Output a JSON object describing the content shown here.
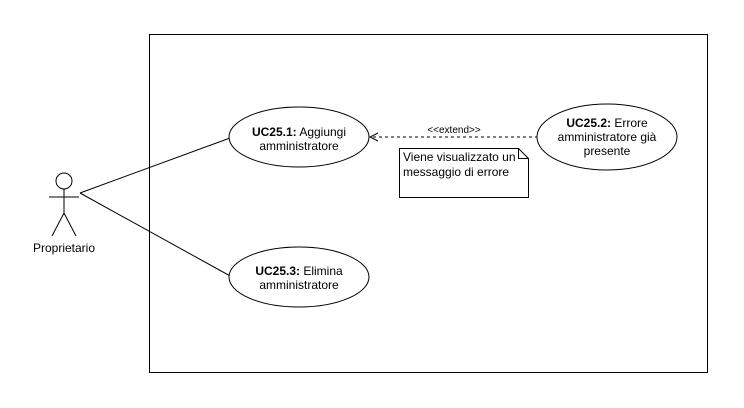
{
  "actor": {
    "name": "Proprietario"
  },
  "use_cases": [
    {
      "id": "UC25.1:",
      "line1_rest": " Aggiungi",
      "line2": "amministratore",
      "line3": ""
    },
    {
      "id": "UC25.2:",
      "line1_rest": " Errore",
      "line2": "amministratore già",
      "line3": "presente"
    },
    {
      "id": "UC25.3:",
      "line1_rest": " Elimina",
      "line2": "amministratore",
      "line3": ""
    }
  ],
  "relationship": {
    "label": "<<extend>>"
  },
  "note": {
    "line1": "Viene visualizzato un",
    "line2": "messaggio di errore"
  },
  "colors": {
    "stroke": "#000000",
    "fill": "#ffffff"
  }
}
